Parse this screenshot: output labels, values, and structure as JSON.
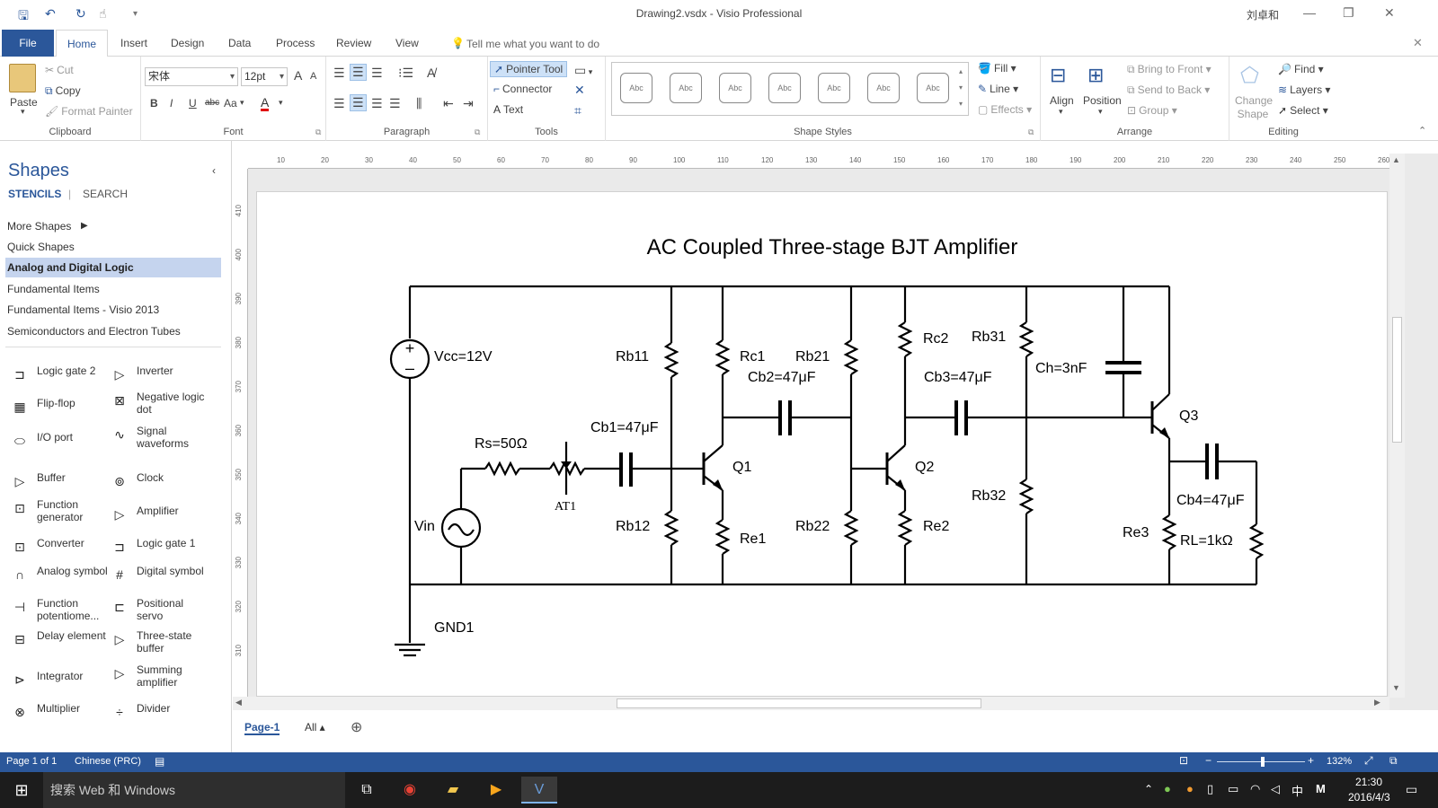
{
  "window": {
    "title": "Drawing2.vsdx - Visio Professional",
    "user": "刘卓和",
    "qat": [
      "save-icon",
      "undo-icon",
      "redo-icon",
      "touch-icon"
    ]
  },
  "tabs": {
    "file": "File",
    "items": [
      "Home",
      "Insert",
      "Design",
      "Data",
      "Process",
      "Review",
      "View"
    ],
    "active": "Home",
    "tell_me": "Tell me what you want to do"
  },
  "ribbon": {
    "clipboard": {
      "label": "Clipboard",
      "paste": "Paste",
      "cut": "Cut",
      "copy": "Copy",
      "format_painter": "Format Painter"
    },
    "font": {
      "label": "Font",
      "family": "宋体",
      "size": "12pt",
      "bold": "B",
      "italic": "I",
      "underline": "U",
      "strike": "abc",
      "case": "Aa",
      "grow": "A",
      "shrink": "A",
      "color": "A"
    },
    "paragraph": {
      "label": "Paragraph"
    },
    "tools": {
      "label": "Tools",
      "pointer": "Pointer Tool",
      "connector": "Connector",
      "text": "Text"
    },
    "shape_styles": {
      "label": "Shape Styles",
      "swatch": "Abc",
      "fill": "Fill",
      "line": "Line",
      "effects": "Effects"
    },
    "arrange": {
      "label": "Arrange",
      "align": "Align",
      "position": "Position",
      "bring_front": "Bring to Front",
      "send_back": "Send to Back",
      "group": "Group"
    },
    "editing": {
      "label": "Editing",
      "change_shape": "Change Shape",
      "find": "Find",
      "layers": "Layers",
      "select": "Select"
    }
  },
  "shapes_panel": {
    "title": "Shapes",
    "tab_stencils": "STENCILS",
    "tab_search": "SEARCH",
    "more_shapes": "More Shapes",
    "list": [
      "Quick Shapes",
      "Analog and Digital Logic",
      "Fundamental Items",
      "Fundamental Items - Visio 2013",
      "Semiconductors and Electron Tubes"
    ],
    "active": "Analog and Digital Logic",
    "stencils_left": [
      "Logic gate 2",
      "Flip-flop",
      "I/O port",
      "Buffer",
      "Function generator",
      "Converter",
      "Analog symbol",
      "Function potentiome...",
      "Delay element",
      "Integrator",
      "Multiplier"
    ],
    "stencils_right": [
      "Inverter",
      "Negative logic dot",
      "Signal waveforms",
      "Clock",
      "Amplifier",
      "Logic gate 1",
      "Digital symbol",
      "Positional servo",
      "Three-state buffer",
      "Summing amplifier",
      "Divider"
    ]
  },
  "ruler": {
    "top": [
      "10",
      "20",
      "30",
      "40",
      "50",
      "60",
      "70",
      "80",
      "90",
      "100",
      "110",
      "120",
      "130",
      "140",
      "150",
      "160",
      "170",
      "180",
      "190",
      "200",
      "210",
      "220",
      "230",
      "240",
      "250",
      "260"
    ],
    "left": [
      "410",
      "400",
      "390",
      "380",
      "370",
      "360",
      "350",
      "340",
      "330",
      "320",
      "310"
    ]
  },
  "diagram": {
    "title": "AC Coupled Three-stage BJT Amplifier",
    "labels": {
      "vcc": "Vcc=12V",
      "rs": "Rs=50Ω",
      "at1": "AT1",
      "cb1": "Cb1=47μF",
      "vin": "Vin",
      "gnd": "GND1",
      "rb11": "Rb11",
      "rb12": "Rb12",
      "rc1": "Rc1",
      "re1": "Re1",
      "q1": "Q1",
      "cb2": "Cb2=47μF",
      "rb21": "Rb21",
      "rb22": "Rb22",
      "rc2": "Rc2",
      "re2": "Re2",
      "q2": "Q2",
      "cb3": "Cb3=47μF",
      "rb31": "Rb31",
      "rb32": "Rb32",
      "ch": "Ch=3nF",
      "q3": "Q3",
      "cb4": "Cb4=47μF",
      "re3": "Re3",
      "rl": "RL=1kΩ"
    }
  },
  "page_tabs": {
    "page": "Page-1",
    "all": "All"
  },
  "status": {
    "page": "Page 1 of 1",
    "language": "Chinese (PRC)",
    "zoom": "132%"
  },
  "taskbar": {
    "search": "搜索 Web 和 Windows",
    "time": "21:30",
    "date": "2016/4/3",
    "ime": "中",
    "ime2": "M"
  }
}
